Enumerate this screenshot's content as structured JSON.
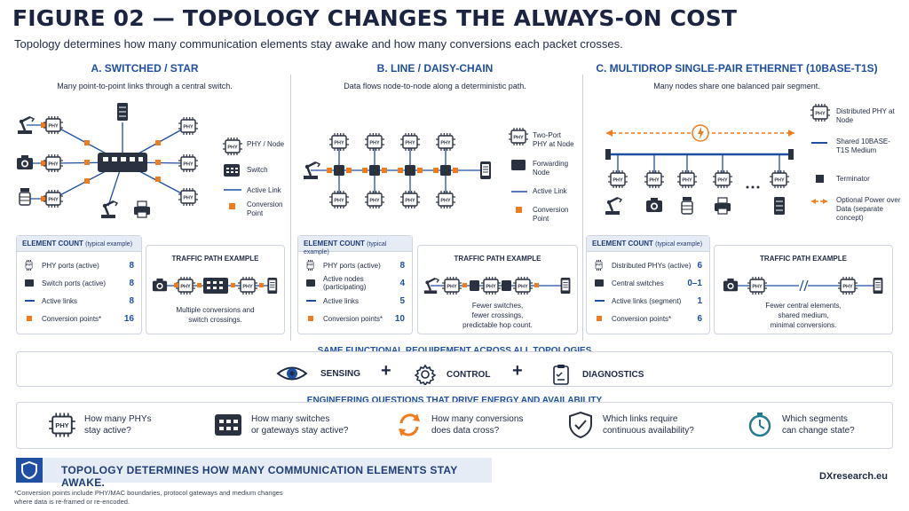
{
  "title": "FIGURE 02 — TOPOLOGY CHANGES THE ALWAYS-ON COST",
  "subtitle": "Topology determines how many communication elements stay awake and how many conversions each packet crosses.",
  "columns": [
    {
      "title": "A. SWITCHED / STAR",
      "desc": "Many point-to-point links through a central switch.",
      "legend": [
        "PHY / Node",
        "Switch",
        "Active Link",
        "Conversion Point"
      ],
      "count_head": "ELEMENT COUNT",
      "count_note": "(typical example)",
      "counts": [
        {
          "label": "PHY ports (active)",
          "value": "8"
        },
        {
          "label": "Switch ports (active)",
          "value": "8"
        },
        {
          "label": "Active links",
          "value": "8"
        },
        {
          "label": "Conversion points*",
          "value": "16"
        }
      ],
      "traffic_title": "TRAFFIC PATH EXAMPLE",
      "traffic_desc": [
        "Multiple conversions and",
        "switch crossings."
      ]
    },
    {
      "title": "B. LINE / DAISY-CHAIN",
      "desc": "Data flows node-to-node along a deterministic path.",
      "legend": [
        "Two-Port PHY at Node",
        "Forwarding Node",
        "Active Link",
        "Conversion Point"
      ],
      "count_head": "ELEMENT COUNT",
      "count_note": "(typical example)",
      "counts": [
        {
          "label": "PHY ports (active)",
          "value": "8"
        },
        {
          "label": "Active nodes (participating)",
          "value": "4"
        },
        {
          "label": "Active links",
          "value": "5"
        },
        {
          "label": "Conversion points*",
          "value": "10"
        }
      ],
      "traffic_title": "TRAFFIC PATH EXAMPLE",
      "traffic_desc": [
        "Fewer switches,",
        "fewer crossings,",
        "predictable hop count."
      ]
    },
    {
      "title": "C. MULTIDROP SINGLE-PAIR ETHERNET (10BASE-T1S)",
      "desc": "Many nodes share one balanced pair segment.",
      "legend": [
        "Distributed PHY at Node",
        "Shared 10BASE-T1S Medium",
        "Terminator",
        "Optional Power over Data (separate concept)"
      ],
      "count_head": "ELEMENT COUNT",
      "count_note": "(typical example)",
      "counts": [
        {
          "label": "Distributed PHYs (active)",
          "value": "6"
        },
        {
          "label": "Central switches",
          "value": "0–1"
        },
        {
          "label": "Active links (segment)",
          "value": "1"
        },
        {
          "label": "Conversion points*",
          "value": "6"
        }
      ],
      "traffic_title": "TRAFFIC PATH EXAMPLE",
      "traffic_desc": [
        "Fewer central elements,",
        "shared medium,",
        "minimal conversions."
      ]
    }
  ],
  "chip_label": "PHY",
  "functional": {
    "title": "SAME FUNCTIONAL REQUIREMENT ACROSS ALL TOPOLOGIES",
    "items": [
      "SENSING",
      "CONTROL",
      "DIAGNOSTICS"
    ],
    "plus": "+"
  },
  "questions": {
    "title": "ENGINEERING QUESTIONS THAT DRIVE ENERGY AND AVAILABILITY",
    "items": [
      [
        "How many PHYs",
        "stay active?"
      ],
      [
        "How many switches",
        "or gateways stay active?"
      ],
      [
        "How many conversions",
        "does data cross?"
      ],
      [
        "Which links require",
        "continuous availability?"
      ],
      [
        "Which segments",
        "can change state?"
      ]
    ]
  },
  "banner": "TOPOLOGY DETERMINES HOW MANY COMMUNICATION ELEMENTS STAY AWAKE.",
  "brand": "DXresearch.eu",
  "footnote": [
    "*Conversion points include PHY/MAC boundaries, protocol gateways and medium changes",
    "where data is re-framed or re-encoded."
  ],
  "colors": {
    "accent": "#1e4fa3",
    "conversion": "#f07c1e",
    "ink": "#1f2a44",
    "panel": "#e6ecf5"
  },
  "icons": [
    "phy-chip-icon",
    "switch-icon",
    "robot-arm-icon",
    "camera-icon",
    "printer-icon",
    "valve-icon",
    "tablet-icon",
    "lightning-icon",
    "eye-icon",
    "gear-icon",
    "clipboard-icon",
    "refresh-icon",
    "shield-check-icon",
    "timer-icon",
    "shield-icon"
  ]
}
